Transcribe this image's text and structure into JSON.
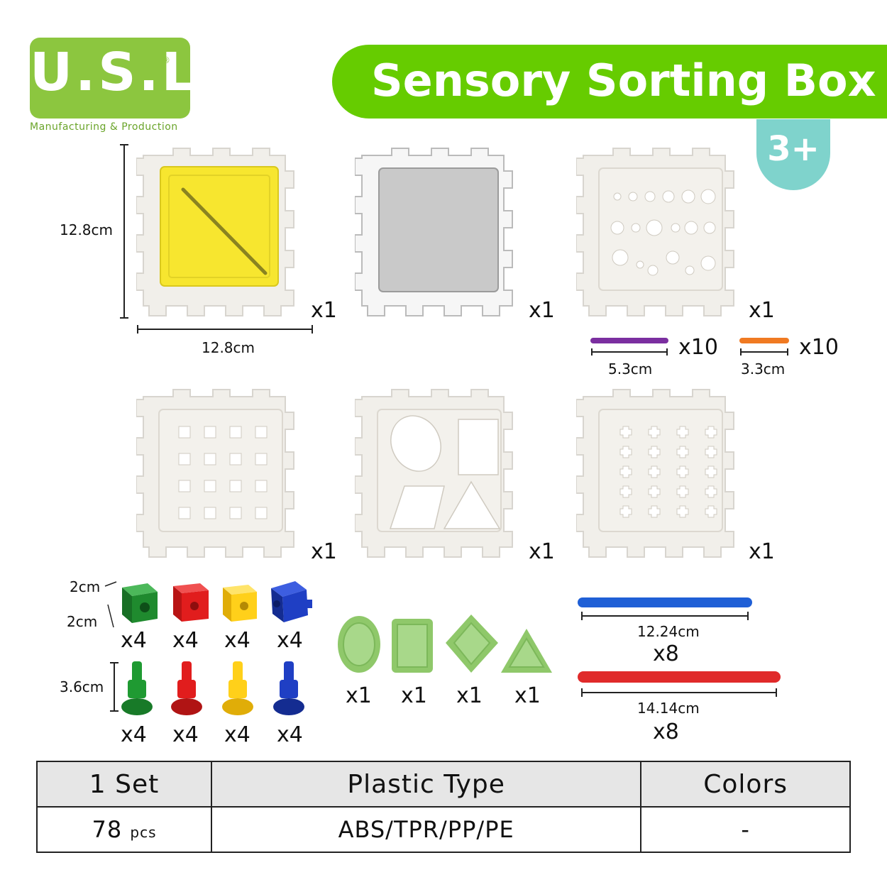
{
  "brand": {
    "logo_text": "U.S.L.",
    "registered_mark": "®",
    "tagline": "Manufacturing & Production"
  },
  "title": "Sensory Sorting Box",
  "age_badge": "3+",
  "panels": [
    {
      "kind": "yellow-slot-panel",
      "qty": "x1"
    },
    {
      "kind": "mirror-panel",
      "qty": "x1"
    },
    {
      "kind": "round-holes-panel",
      "qty": "x1"
    },
    {
      "kind": "square-holes-panel",
      "qty": "x1"
    },
    {
      "kind": "shape-holes-panel",
      "qty": "x1"
    },
    {
      "kind": "cross-holes-panel",
      "qty": "x1"
    }
  ],
  "panel_dims": {
    "height": "12.8cm",
    "width": "12.8cm"
  },
  "sticks": [
    {
      "color": "#7b2fa0",
      "length": "5.3cm",
      "qty": "x10"
    },
    {
      "color": "#f07a22",
      "length": "3.3cm",
      "qty": "x10"
    }
  ],
  "cubes": {
    "dim_top": "2cm",
    "dim_side": "2cm",
    "items": [
      {
        "color": "#1f8a2e",
        "qty": "x4"
      },
      {
        "color": "#e11d1d",
        "qty": "x4"
      },
      {
        "color": "#ffd01a",
        "qty": "x4"
      },
      {
        "color": "#1f3fc4",
        "qty": "x4"
      }
    ]
  },
  "pegs": {
    "dim": "3.6cm",
    "items": [
      {
        "color": "#1f9a32",
        "qty": "x4"
      },
      {
        "color": "#e11d1d",
        "qty": "x4"
      },
      {
        "color": "#ffd01a",
        "qty": "x4"
      },
      {
        "color": "#1f3fc4",
        "qty": "x4"
      }
    ]
  },
  "textures": [
    {
      "shape": "oval",
      "qty": "x1"
    },
    {
      "shape": "rectangle",
      "qty": "x1"
    },
    {
      "shape": "diamond",
      "qty": "x1"
    },
    {
      "shape": "triangle",
      "qty": "x1"
    }
  ],
  "bars": [
    {
      "color": "#1f5fd6",
      "length": "12.24cm",
      "qty": "x8"
    },
    {
      "color": "#e02a2a",
      "length": "14.14cm",
      "qty": "x8"
    }
  ],
  "table": {
    "headers": [
      "1 Set",
      "Plastic Type",
      "Colors"
    ],
    "count_value": "78",
    "count_unit": "pcs",
    "plastic_value": "ABS/TPR/PP/PE",
    "colors_value": "-"
  }
}
